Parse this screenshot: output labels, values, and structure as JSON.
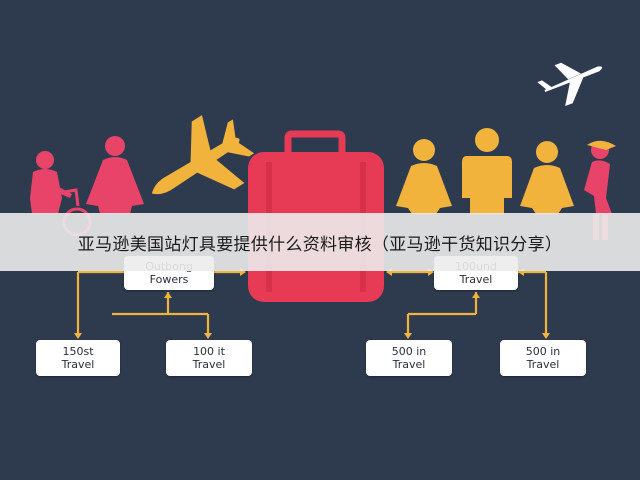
{
  "banner": {
    "title": "亚马逊美国站灯具要提供什么资料审核（亚马逊干货知识分享）"
  },
  "boxes": {
    "top_left": {
      "line1": "Outbong",
      "line2": "Fowers"
    },
    "top_right": {
      "line1": "100und",
      "line2": "Travel"
    },
    "bottom_1": {
      "line1": "150st",
      "line2": "Travel"
    },
    "bottom_2": {
      "line1": "100 it",
      "line2": "Travel"
    },
    "bottom_3": {
      "line1": "500 in",
      "line2": "Travel"
    },
    "bottom_4": {
      "line1": "500 in",
      "line2": "Travel"
    }
  },
  "icons": [
    "airplane-icon",
    "person-icon",
    "wheelchair-icon",
    "suitcase-icon"
  ],
  "colors": {
    "background": "#2e3b4e",
    "pink": "#e8446a",
    "suitcase": "#e63a55",
    "gold": "#f2b33d",
    "connector": "#f2b33d",
    "banner": "#ececec"
  }
}
